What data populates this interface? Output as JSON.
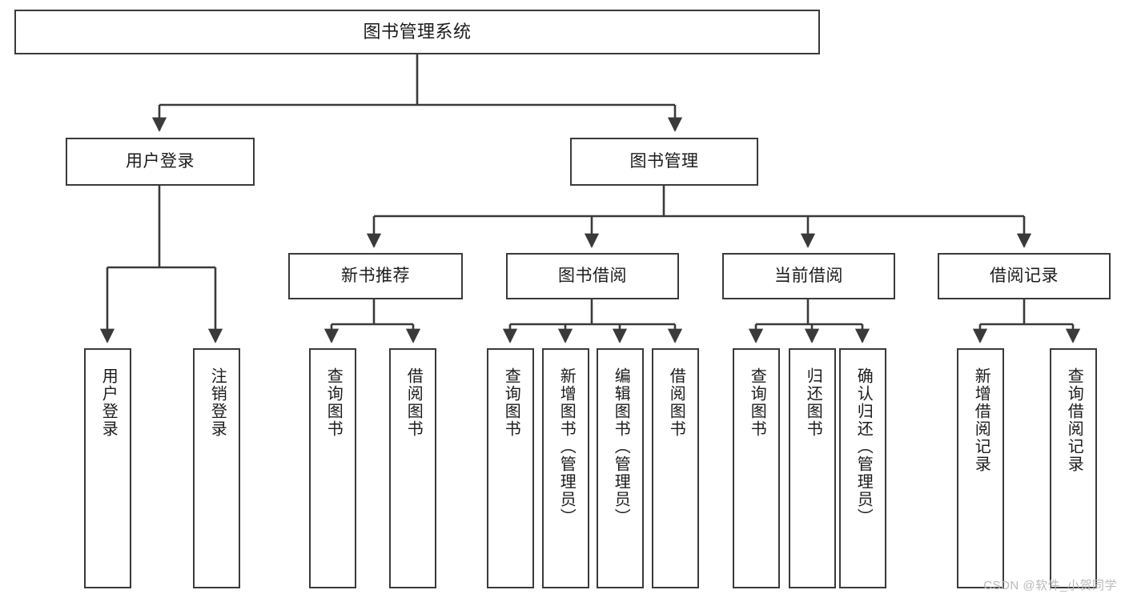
{
  "diagram": {
    "title": "图书管理系统",
    "type": "tree-hierarchy-diagram",
    "colors": {
      "background": "#ffffff",
      "box_border": "#3a3a3a",
      "box_fill": "#ffffff",
      "text": "#1b1b1b",
      "connector": "#3a3a3a",
      "watermark": "#b9b9b9"
    },
    "nodes": {
      "root": {
        "label": "图书管理系统"
      },
      "level2": [
        {
          "id": "user-login",
          "label": "用户登录"
        },
        {
          "id": "book-management",
          "label": "图书管理"
        }
      ],
      "level3": [
        {
          "id": "new-book-recommend",
          "label": "新书推荐"
        },
        {
          "id": "book-borrow",
          "label": "图书借阅"
        },
        {
          "id": "current-borrow",
          "label": "当前借阅"
        },
        {
          "id": "borrow-record",
          "label": "借阅记录"
        }
      ],
      "leaves": {
        "user_login": [
          {
            "id": "leaf-user-login",
            "label": "用户登录"
          },
          {
            "id": "leaf-logout-login",
            "label": "注销登录"
          }
        ],
        "new_book_recommend": [
          {
            "id": "leaf-query-book-1",
            "label": "查询图书"
          },
          {
            "id": "leaf-borrow-book-1",
            "label": "借阅图书"
          }
        ],
        "book_borrow": [
          {
            "id": "leaf-query-book-2",
            "label": "查询图书"
          },
          {
            "id": "leaf-add-book",
            "label": "新增图书（管理员）"
          },
          {
            "id": "leaf-edit-book",
            "label": "编辑图书（管理员）"
          },
          {
            "id": "leaf-borrow-book-2",
            "label": "借阅图书"
          }
        ],
        "current_borrow": [
          {
            "id": "leaf-query-book-3",
            "label": "查询图书"
          },
          {
            "id": "leaf-return-book",
            "label": "归还图书"
          },
          {
            "id": "leaf-confirm-return",
            "label": "确认归还（管理员）"
          }
        ],
        "borrow_record": [
          {
            "id": "leaf-add-record",
            "label": "新增借阅记录"
          },
          {
            "id": "leaf-query-record",
            "label": "查询借阅记录"
          }
        ]
      }
    },
    "watermark": "CSDN @软件_小贺同学"
  }
}
